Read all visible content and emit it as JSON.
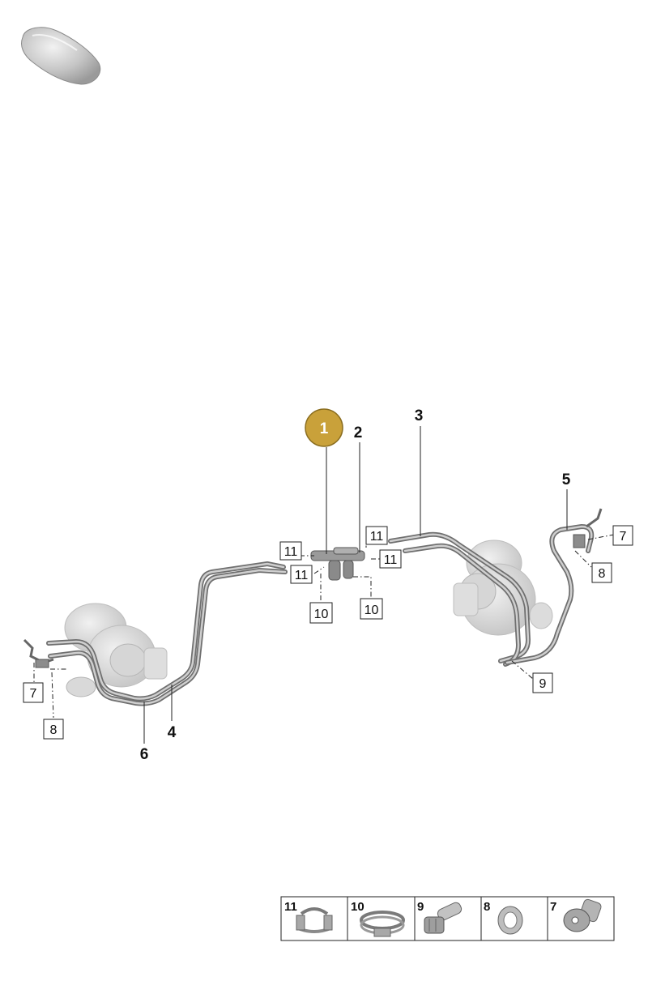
{
  "callouts": {
    "c1": "1",
    "c2": "2",
    "c3": "3",
    "c4": "4",
    "c5": "5",
    "c6": "6",
    "box11a": "11",
    "box11b": "11",
    "box11c": "11",
    "box11d": "11",
    "box10a": "10",
    "box10b": "10",
    "box7a": "7",
    "box7b": "7",
    "box8a": "8",
    "box8b": "8",
    "box9": "9"
  },
  "legend": {
    "items": [
      "11",
      "10",
      "9",
      "8",
      "7"
    ]
  },
  "colors": {
    "highlight": "#c9a13a",
    "highlight_border": "#8a6d1f",
    "pipe": "#6f6f6f",
    "ghost_part": "#dcdcdc"
  },
  "icons": {
    "vehicle": "car-silhouette-icon",
    "clamp": "hose-clamp-icon",
    "band_clamp": "band-clamp-icon",
    "bolt": "hollow-bolt-icon",
    "seal": "seal-ring-icon",
    "screw": "screw-icon"
  }
}
